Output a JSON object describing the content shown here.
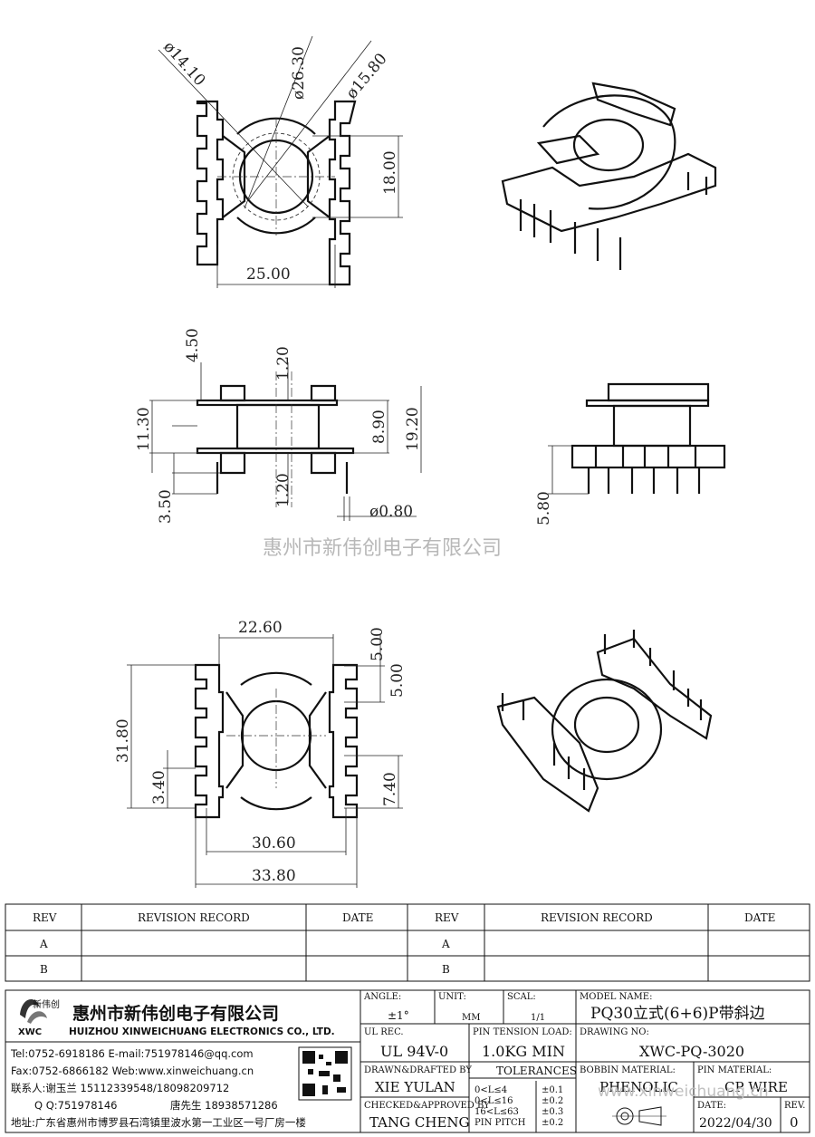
{
  "watermark": "惠州市新伟创电子有限公司",
  "watermark_url": "www.xinweichuang.cn",
  "top_view_dims": {
    "d1": "ø14.10",
    "d2": "ø26.30",
    "d3": "ø15.80",
    "h": "18.00",
    "w": "25.00"
  },
  "side_view_dims": {
    "a": "4.50",
    "b": "1.20",
    "c": "11.30",
    "d": "8.90",
    "e": "19.20",
    "f": "1.20",
    "g": "3.50",
    "pin": "ø0.80"
  },
  "end_view_dims": {
    "h": "5.80"
  },
  "bottom_view_dims": {
    "top": "22.60",
    "p1": "5.00",
    "p2": "5.00",
    "h": "31.80",
    "left": "3.40",
    "right": "7.40",
    "w1": "30.60",
    "w2": "33.80"
  },
  "revision_table": {
    "headers": [
      "REV",
      "REVISION RECORD",
      "DATE",
      "REV",
      "REVISION RECORD",
      "DATE"
    ],
    "rows": [
      [
        "A",
        "",
        "",
        "A",
        "",
        ""
      ],
      [
        "B",
        "",
        "",
        "B",
        "",
        ""
      ]
    ]
  },
  "company": {
    "logo_text": "新伟创",
    "logo_sub": "XWC",
    "name_cn": "惠州市新伟创电子有限公司",
    "name_en": "HUIZHOU XINWEICHUANG ELECTRONICS CO., LTD.",
    "tel": "Tel:0752-6918186 E-mail:751978146@qq.com",
    "fax": "Fax:0752-6866182 Web:www.xinweichuang.cn",
    "contact1": "联系人:谢玉兰 15112339548/18098209712",
    "qq": "Q Q:751978146",
    "contact2": "唐先生 18938571286",
    "address": "地址:广东省惠州市博罗县石湾镇里波水第一工业区一号厂房一楼"
  },
  "title_block": {
    "angle_label": "ANGLE:",
    "angle": "±1°",
    "unit_label": "UNIT:",
    "unit": "MM",
    "scale_label": "SCAL:",
    "scale": "1/1",
    "model_label": "MODEL NAME:",
    "model": "PQ30立式(6+6)P带斜边",
    "ul_label": "UL REC.",
    "ul": "UL 94V-0",
    "pin_tension_label": "PIN TENSION LOAD:",
    "pin_tension": "1.0KG MIN",
    "drawing_no_label": "DRAWING NO:",
    "drawing_no": "XWC-PQ-3020",
    "drawn_label": "DRAWN&DRAFTED BY",
    "drawn": "XIE YULAN",
    "tolerances_label": "TOLERANCES",
    "tol": [
      [
        "0<L≤4",
        "±0.1"
      ],
      [
        "0<L≤16",
        "±0.2"
      ],
      [
        "16<L≤63",
        "±0.3"
      ],
      [
        "PIN PITCH",
        "±0.2"
      ]
    ],
    "checked_label": "CHECKED&APPROVED BY",
    "checked": "TANG CHENG",
    "bobbin_label": "BOBBIN MATERIAL:",
    "bobbin": "PHENOLIC",
    "pin_mat_label": "PIN MATERIAL:",
    "pin_mat": "CP WIRE",
    "date_label": "DATE:",
    "date": "2022/04/30",
    "rev_label": "REV.",
    "rev": "0"
  }
}
